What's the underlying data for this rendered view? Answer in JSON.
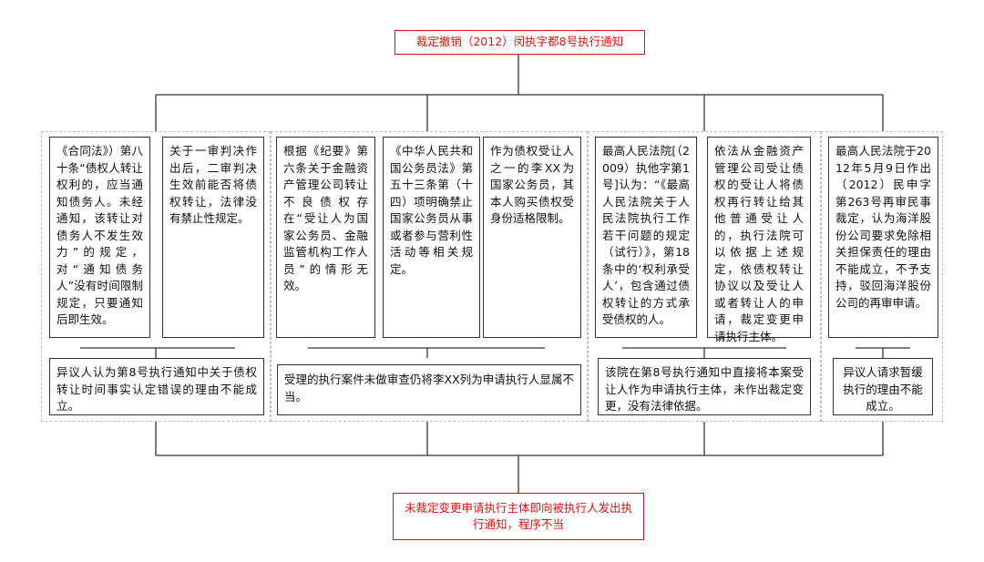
{
  "colors": {
    "accent_red": "#dd1111",
    "line": "#333333",
    "dashed_border": "#bdbdbd"
  },
  "top": "裁定撤销（2012）闵执字都8号执行通知",
  "bottom": "未裁定变更申请执行主体即向被执行人发出执行通知，程序不当",
  "groups": [
    {
      "items": [
        "《合同法》）第八十条“债权人转让权利的，应当通知债务人。未经通知，该转让对债务人不发生效力”的规定，对“通知债务人”没有时间限制规定，只要通知后即生效。",
        "关于一审判决作出后，二审判决生效前能否将债权转让，法律没有禁止性规定。"
      ],
      "conclusion": "异议人认为第8号执行通知中关于债权转让时间事实认定错误的理由不能成立。"
    },
    {
      "items": [
        "根据《纪要》第六条关于金融资产管理公司转让不良债权存在“受让人为国家公务员、金融监管机构工作人员”的情形无效。",
        "《中华人民共和国公务员法》第五十三条第（十四）项明确禁止国家公务员从事或者参与营利性活动等相关规定。",
        "作为债权受让人之一的李XX为国家公务员，其本人购买债权受身份适格限制。"
      ],
      "conclusion": "受理的执行案件未做审查仍将李XX列为申请执行人显属不当。"
    },
    {
      "items": [
        "最高人民法院[（2009）执他字第1号]认为：“《最高人民法院关于人民法院执行工作若干问题的规定（试行）》，第18条中的‘权利承受人’，包含通过债权转让的方式承受债权的人。",
        "依法从金融资产管理公司受让债权的受让人将债权再行转让给其他普通受让人的，执行法院可以依据上述规定，依债权转让协议以及受让人或者转让人的申请，裁定变更申请执行主体。"
      ],
      "conclusion": "该院在第8号执行通知中直接将本案受让人作为申请执行主体，未作出裁定变更，没有法律依据。"
    },
    {
      "items": [
        "最高人民法院于2012年5月9日作出（2012）民申字第263号再审民事裁定，认为海洋股份公司要求免除相关担保责任的理由不能成立，不予支持，驳回海洋股份公司的再审申请。"
      ],
      "conclusion": "异议人请求暂缓执行的理由不能成立。"
    }
  ]
}
